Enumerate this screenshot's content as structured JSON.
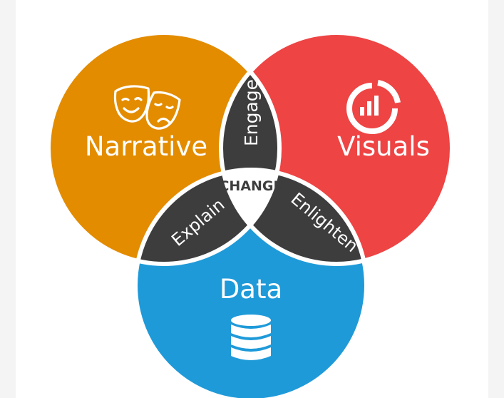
{
  "diagram": {
    "circles": {
      "narrative": {
        "label": "Narrative",
        "color": "#e38c00",
        "icon": "theater-masks-icon"
      },
      "visuals": {
        "label": "Visuals",
        "color": "#ee4444",
        "icon": "chart-ring-icon"
      },
      "data": {
        "label": "Data",
        "color": "#1f9ad9",
        "icon": "database-icon"
      }
    },
    "overlaps": {
      "engage": "Engage",
      "explain": "Explain",
      "enlighten": "Enlighten",
      "center": "CHANGE"
    },
    "overlap_color": "#3d3d3d",
    "center_color": "#ffffff"
  }
}
